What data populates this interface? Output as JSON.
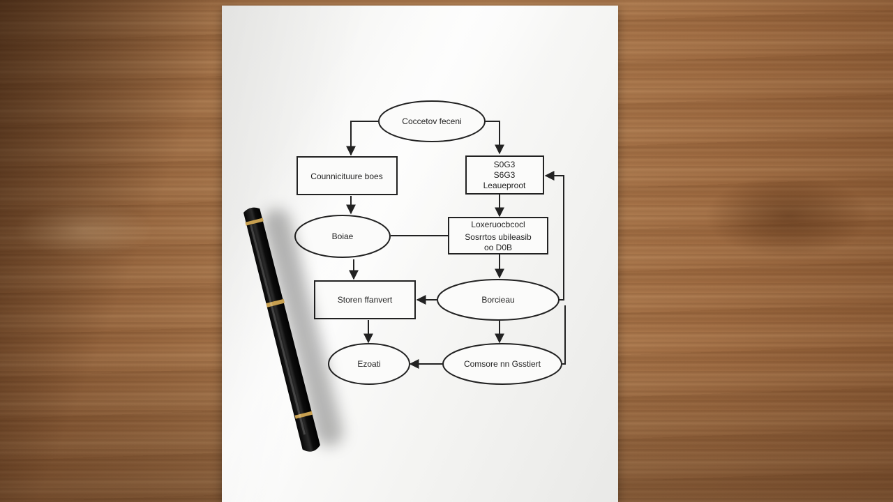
{
  "diagram": {
    "nodes": {
      "top": "Coccetov feceni",
      "left_box": "Counnicituure boes",
      "right_box": [
        "S0G3",
        "S6G3",
        "Leaueproot"
      ],
      "ellipse_left": "Boiae",
      "mid_right_box": [
        "Loxeruocbcocl",
        "Sosrrtos ubileasib",
        "oo D0B"
      ],
      "box_lower_left": "Storen ffanvert",
      "ellipse_right": "Borcieau",
      "bottom_left": "Ezoati",
      "bottom_right": "Comsore nn Gsstiert"
    }
  },
  "colors": {
    "desk": "#a8764b",
    "paper": "#f7f7f5",
    "ink": "#222222",
    "pen_body": "#141414",
    "pen_band": "#c8a050"
  }
}
